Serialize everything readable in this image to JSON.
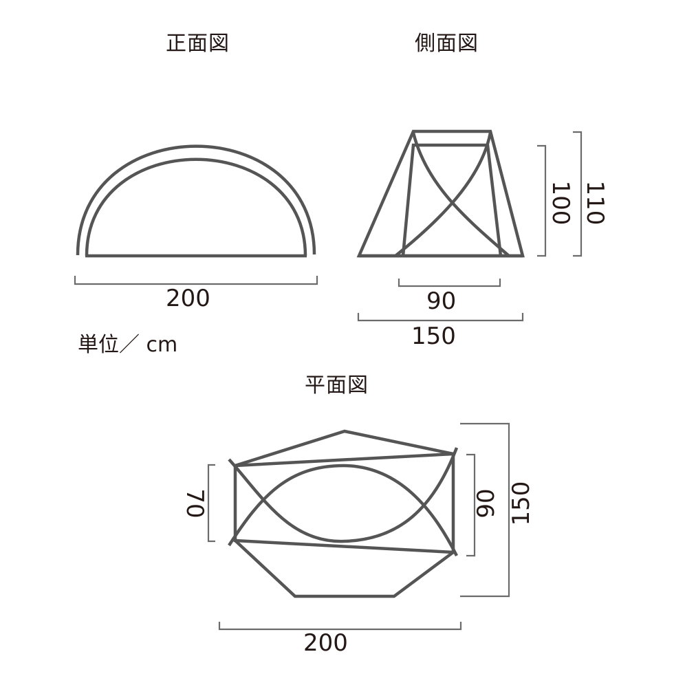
{
  "titles": {
    "front": "正面図",
    "side": "側面図",
    "plan": "平面図"
  },
  "unit_label": "単位／ cm",
  "front_view": {
    "width_label": "200"
  },
  "side_view": {
    "inner_width_label": "90",
    "outer_width_label": "150",
    "inner_height_label": "100",
    "outer_height_label": "110"
  },
  "plan_view": {
    "left_depth_label": "70",
    "right_inner_depth_label": "90",
    "right_outer_depth_label": "150",
    "width_label": "200"
  },
  "colors": {
    "stroke": "#555555",
    "dimension": "#6b6b6b",
    "text": "#231815",
    "background": "#ffffff"
  }
}
